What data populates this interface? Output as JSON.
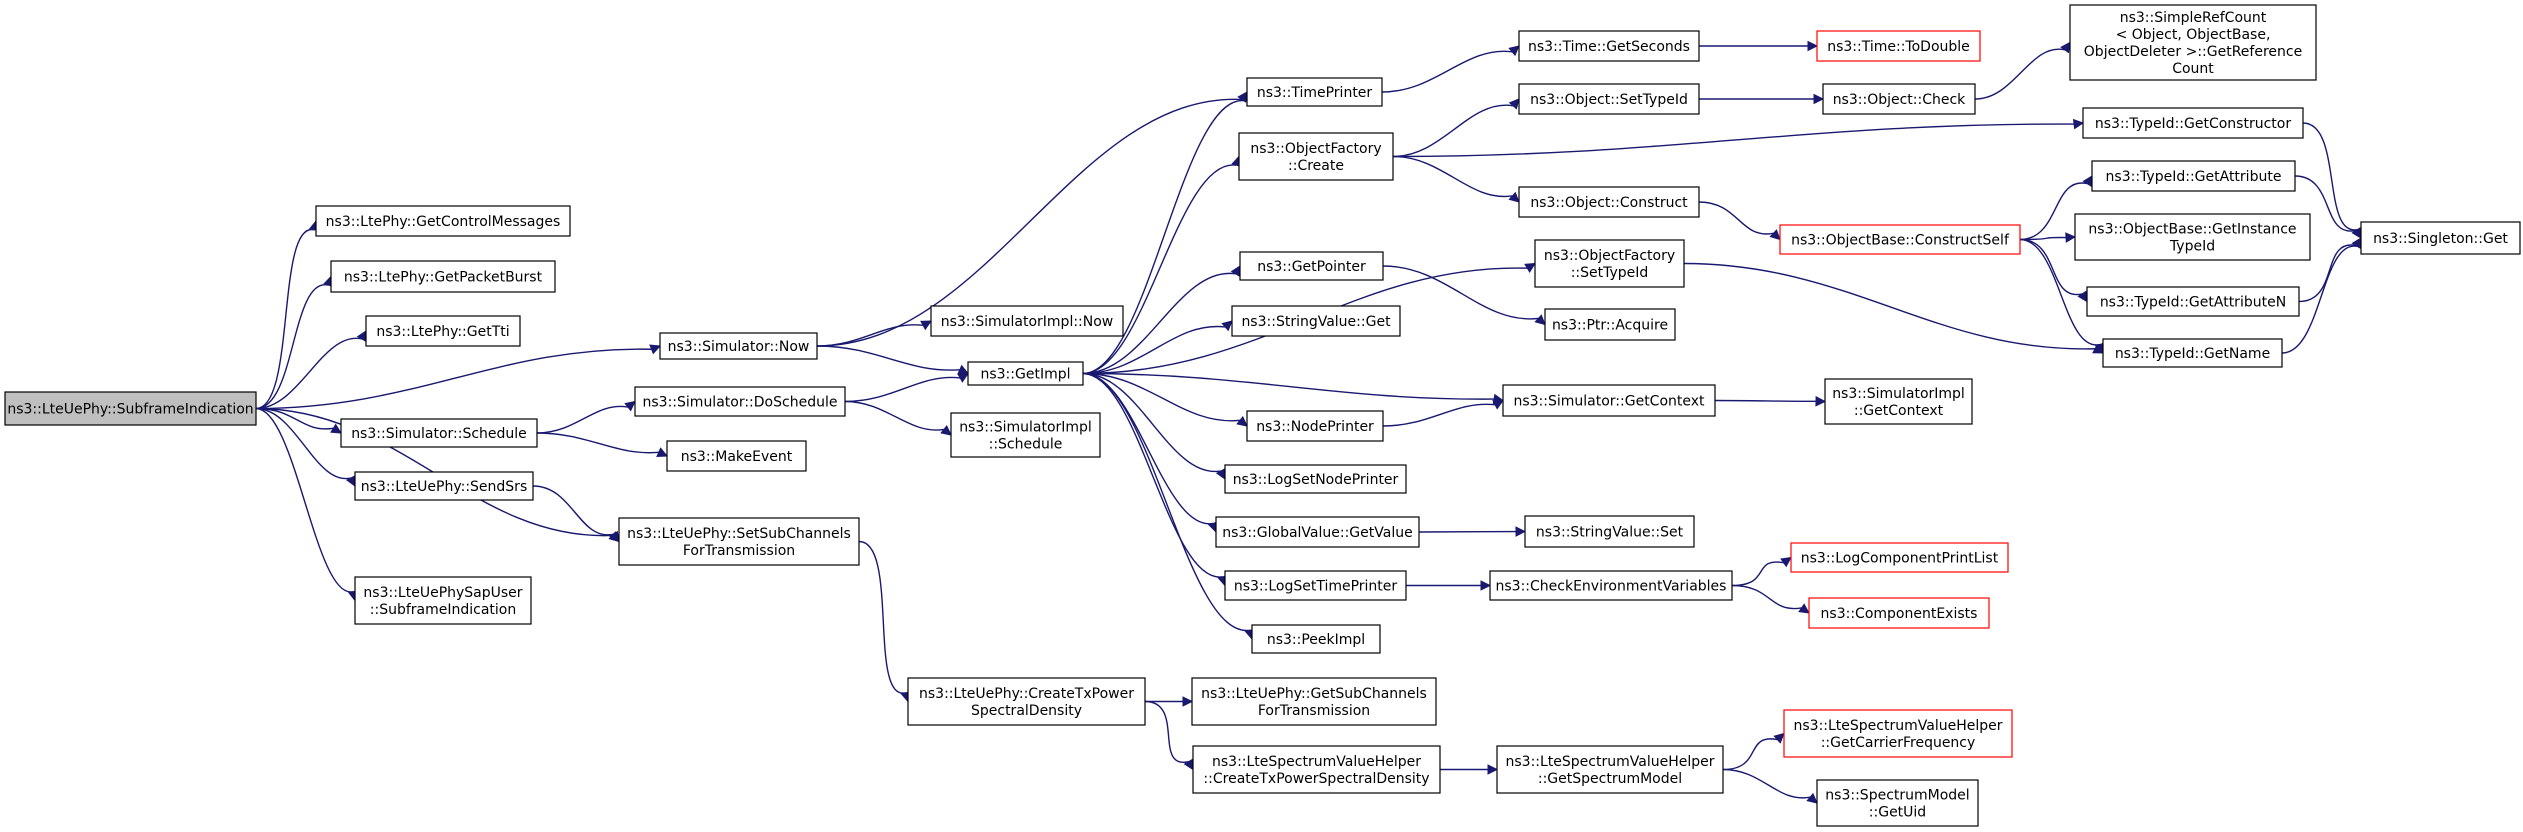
{
  "colors": {
    "edge": "#191970",
    "border": "#000000",
    "missing_border": "#ff0000",
    "root_fill": "#bfbfbf"
  },
  "nodes": [
    {
      "id": "root",
      "lines": [
        "ns3::LteUePhy::SubframeIndication"
      ],
      "kind": "root"
    },
    {
      "id": "getControlMessages",
      "lines": [
        "ns3::LtePhy::GetControlMessages"
      ]
    },
    {
      "id": "getPacketBurst",
      "lines": [
        "ns3::LtePhy::GetPacketBurst"
      ]
    },
    {
      "id": "getTti",
      "lines": [
        "ns3::LtePhy::GetTti"
      ]
    },
    {
      "id": "simNow",
      "lines": [
        "ns3::Simulator::Now"
      ]
    },
    {
      "id": "simSchedule",
      "lines": [
        "ns3::Simulator::Schedule"
      ]
    },
    {
      "id": "sendSrs",
      "lines": [
        "ns3::LteUePhy::SendSrs"
      ]
    },
    {
      "id": "sapSubframe",
      "lines": [
        "ns3::LteUePhySapUser",
        "::SubframeIndication"
      ]
    },
    {
      "id": "simDoSchedule",
      "lines": [
        "ns3::Simulator::DoSchedule"
      ]
    },
    {
      "id": "makeEvent",
      "lines": [
        "ns3::MakeEvent"
      ]
    },
    {
      "id": "setSubChannels",
      "lines": [
        "ns3::LteUePhy::SetSubChannels",
        "ForTransmission"
      ]
    },
    {
      "id": "implNow",
      "lines": [
        "ns3::SimulatorImpl::Now"
      ]
    },
    {
      "id": "getImpl",
      "lines": [
        "ns3::GetImpl"
      ]
    },
    {
      "id": "implSchedule",
      "lines": [
        "ns3::SimulatorImpl",
        "::Schedule"
      ]
    },
    {
      "id": "createTxPsd",
      "lines": [
        "ns3::LteUePhy::CreateTxPower",
        "SpectralDensity"
      ]
    },
    {
      "id": "timePrinter",
      "lines": [
        "ns3::TimePrinter"
      ]
    },
    {
      "id": "ofCreate",
      "lines": [
        "ns3::ObjectFactory",
        "::Create"
      ]
    },
    {
      "id": "getPointer",
      "lines": [
        "ns3::GetPointer"
      ]
    },
    {
      "id": "stringValueGet",
      "lines": [
        "ns3::StringValue::Get"
      ]
    },
    {
      "id": "nodePrinter",
      "lines": [
        "ns3::NodePrinter"
      ]
    },
    {
      "id": "logSetNodePrinter",
      "lines": [
        "ns3::LogSetNodePrinter"
      ]
    },
    {
      "id": "globalValueGet",
      "lines": [
        "ns3::GlobalValue::GetValue"
      ]
    },
    {
      "id": "logSetTimePrinter",
      "lines": [
        "ns3::LogSetTimePrinter"
      ]
    },
    {
      "id": "peekImpl",
      "lines": [
        "ns3::PeekImpl"
      ]
    },
    {
      "id": "getSubChannels",
      "lines": [
        "ns3::LteUePhy::GetSubChannels",
        "ForTransmission"
      ]
    },
    {
      "id": "svhCreateTxPsd",
      "lines": [
        "ns3::LteSpectrumValueHelper",
        "::CreateTxPowerSpectralDensity"
      ]
    },
    {
      "id": "timeGetSeconds",
      "lines": [
        "ns3::Time::GetSeconds"
      ]
    },
    {
      "id": "objSetTypeId",
      "lines": [
        "ns3::Object::SetTypeId"
      ]
    },
    {
      "id": "objConstruct",
      "lines": [
        "ns3::Object::Construct"
      ]
    },
    {
      "id": "ofSetTypeId",
      "lines": [
        "ns3::ObjectFactory",
        "::SetTypeId"
      ]
    },
    {
      "id": "ptrAcquire",
      "lines": [
        "ns3::Ptr::Acquire"
      ]
    },
    {
      "id": "simGetContext",
      "lines": [
        "ns3::Simulator::GetContext"
      ]
    },
    {
      "id": "stringValueSet",
      "lines": [
        "ns3::StringValue::Set"
      ]
    },
    {
      "id": "checkEnvVars",
      "lines": [
        "ns3::CheckEnvironmentVariables"
      ]
    },
    {
      "id": "svhGetSpectrumModel",
      "lines": [
        "ns3::LteSpectrumValueHelper",
        "::GetSpectrumModel"
      ]
    },
    {
      "id": "timeToDouble",
      "lines": [
        "ns3::Time::ToDouble"
      ],
      "kind": "missing"
    },
    {
      "id": "objCheck",
      "lines": [
        "ns3::Object::Check"
      ]
    },
    {
      "id": "constructSelf",
      "lines": [
        "ns3::ObjectBase::ConstructSelf"
      ],
      "kind": "missing"
    },
    {
      "id": "implGetContext",
      "lines": [
        "ns3::SimulatorImpl",
        "::GetContext"
      ]
    },
    {
      "id": "logCompPrintList",
      "lines": [
        "ns3::LogComponentPrintList"
      ],
      "kind": "missing"
    },
    {
      "id": "componentExists",
      "lines": [
        "ns3::ComponentExists"
      ],
      "kind": "missing"
    },
    {
      "id": "getCarrierFreq",
      "lines": [
        "ns3::LteSpectrumValueHelper",
        "::GetCarrierFrequency"
      ],
      "kind": "missing"
    },
    {
      "id": "spectrumGetUid",
      "lines": [
        "ns3::SpectrumModel",
        "::GetUid"
      ]
    },
    {
      "id": "getRefCount",
      "lines": [
        "ns3::SimpleRefCount",
        "< Object, ObjectBase,",
        " ObjectDeleter >::GetReference",
        "Count"
      ]
    },
    {
      "id": "getConstructor",
      "lines": [
        "ns3::TypeId::GetConstructor"
      ]
    },
    {
      "id": "getAttribute",
      "lines": [
        "ns3::TypeId::GetAttribute"
      ]
    },
    {
      "id": "getInstanceTypeId",
      "lines": [
        "ns3::ObjectBase::GetInstance",
        "TypeId"
      ]
    },
    {
      "id": "getAttributeN",
      "lines": [
        "ns3::TypeId::GetAttributeN"
      ]
    },
    {
      "id": "typeIdGetName",
      "lines": [
        "ns3::TypeId::GetName"
      ]
    },
    {
      "id": "singletonGet",
      "lines": [
        "ns3::Singleton::Get"
      ]
    }
  ],
  "edges": [
    [
      "root",
      "getControlMessages"
    ],
    [
      "root",
      "getPacketBurst"
    ],
    [
      "root",
      "getTti"
    ],
    [
      "root",
      "simNow"
    ],
    [
      "root",
      "simSchedule"
    ],
    [
      "root",
      "sendSrs"
    ],
    [
      "root",
      "setSubChannels"
    ],
    [
      "root",
      "sapSubframe"
    ],
    [
      "simNow",
      "implNow"
    ],
    [
      "simNow",
      "getImpl"
    ],
    [
      "simNow",
      "timePrinter"
    ],
    [
      "simSchedule",
      "simDoSchedule"
    ],
    [
      "simSchedule",
      "makeEvent"
    ],
    [
      "simDoSchedule",
      "getImpl"
    ],
    [
      "simDoSchedule",
      "implSchedule"
    ],
    [
      "sendSrs",
      "setSubChannels"
    ],
    [
      "setSubChannels",
      "createTxPsd"
    ],
    [
      "createTxPsd",
      "getSubChannels"
    ],
    [
      "createTxPsd",
      "svhCreateTxPsd"
    ],
    [
      "svhCreateTxPsd",
      "svhGetSpectrumModel"
    ],
    [
      "svhGetSpectrumModel",
      "getCarrierFreq"
    ],
    [
      "svhGetSpectrumModel",
      "spectrumGetUid"
    ],
    [
      "getImpl",
      "timePrinter"
    ],
    [
      "getImpl",
      "ofCreate"
    ],
    [
      "getImpl",
      "ofSetTypeId"
    ],
    [
      "getImpl",
      "getPointer"
    ],
    [
      "getImpl",
      "stringValueGet"
    ],
    [
      "getImpl",
      "simGetContext"
    ],
    [
      "getImpl",
      "nodePrinter"
    ],
    [
      "getImpl",
      "logSetNodePrinter"
    ],
    [
      "getImpl",
      "globalValueGet"
    ],
    [
      "getImpl",
      "logSetTimePrinter"
    ],
    [
      "getImpl",
      "peekImpl"
    ],
    [
      "timePrinter",
      "timeGetSeconds"
    ],
    [
      "timeGetSeconds",
      "timeToDouble"
    ],
    [
      "ofCreate",
      "objSetTypeId"
    ],
    [
      "ofCreate",
      "getConstructor"
    ],
    [
      "ofCreate",
      "objConstruct"
    ],
    [
      "objSetTypeId",
      "objCheck"
    ],
    [
      "objCheck",
      "getRefCount"
    ],
    [
      "objConstruct",
      "constructSelf"
    ],
    [
      "constructSelf",
      "getAttribute"
    ],
    [
      "constructSelf",
      "getInstanceTypeId"
    ],
    [
      "constructSelf",
      "getAttributeN"
    ],
    [
      "constructSelf",
      "typeIdGetName"
    ],
    [
      "getConstructor",
      "singletonGet"
    ],
    [
      "getAttribute",
      "singletonGet"
    ],
    [
      "getAttributeN",
      "singletonGet"
    ],
    [
      "typeIdGetName",
      "singletonGet"
    ],
    [
      "ofSetTypeId",
      "typeIdGetName"
    ],
    [
      "getPointer",
      "ptrAcquire"
    ],
    [
      "nodePrinter",
      "simGetContext"
    ],
    [
      "simGetContext",
      "implGetContext"
    ],
    [
      "globalValueGet",
      "stringValueSet"
    ],
    [
      "logSetTimePrinter",
      "checkEnvVars"
    ],
    [
      "checkEnvVars",
      "logCompPrintList"
    ],
    [
      "checkEnvVars",
      "componentExists"
    ]
  ]
}
